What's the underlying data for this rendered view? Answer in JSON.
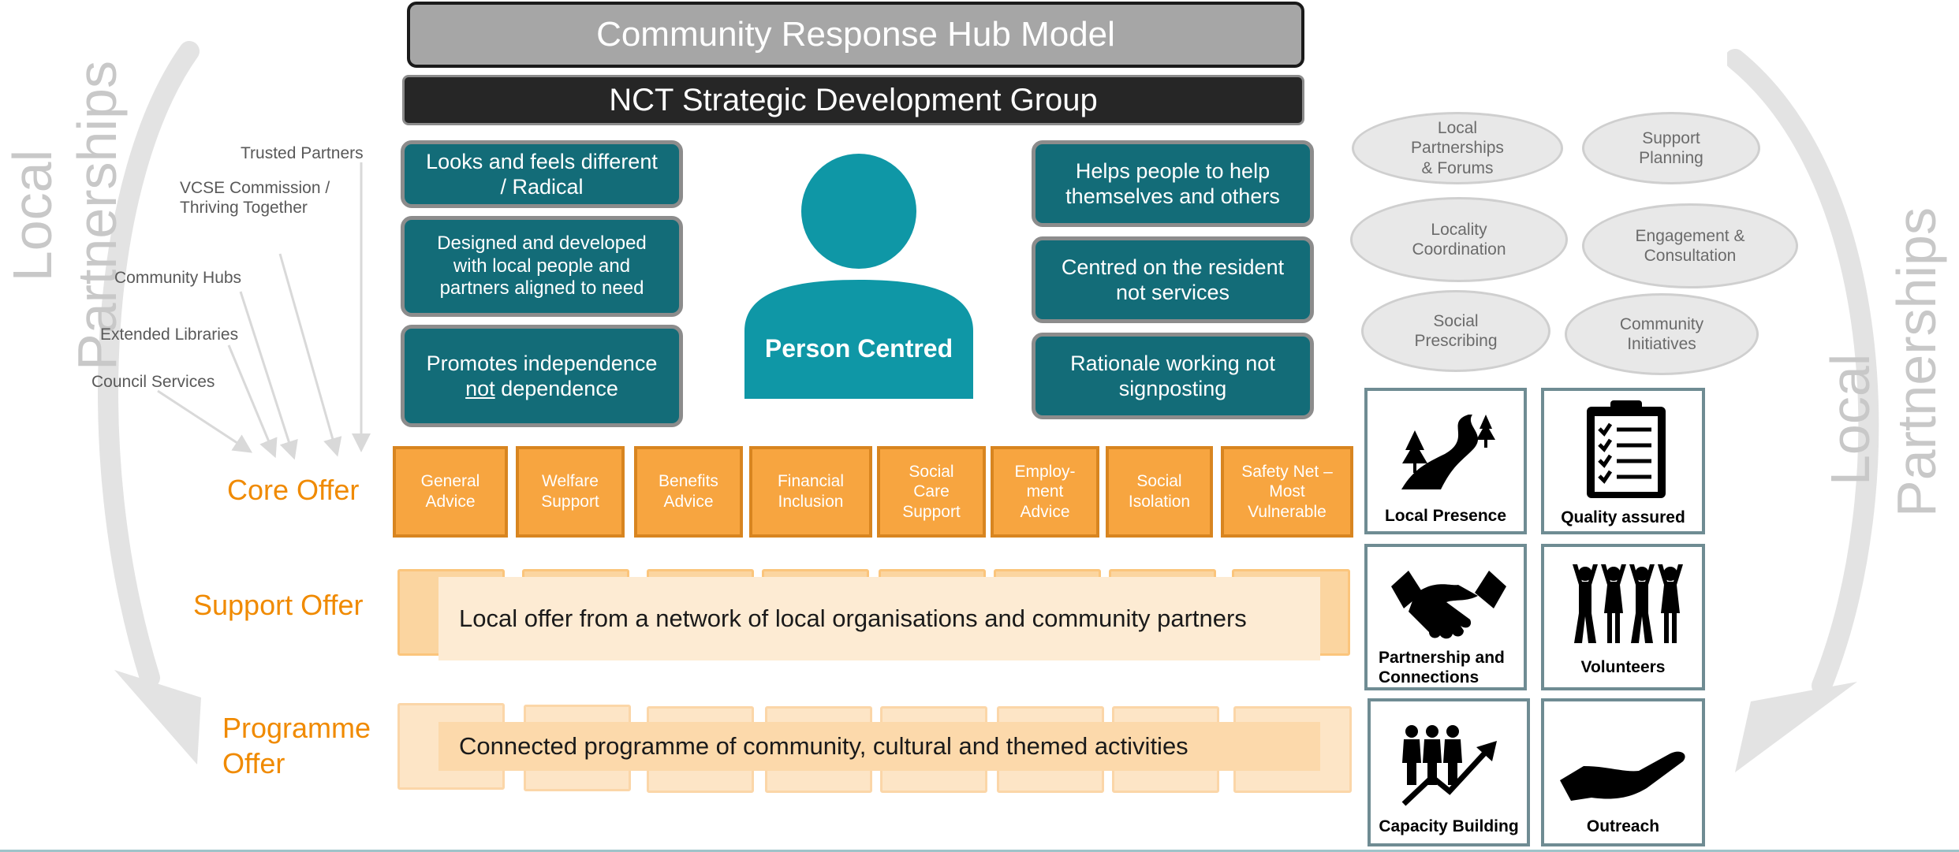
{
  "title": "Community Response Hub Model",
  "subtitle": "NCT Strategic Development Group",
  "left_principles": [
    {
      "text": "Looks and feels different / Radical"
    },
    {
      "text": "Designed and developed with local people and partners aligned to need"
    },
    {
      "pre": "Promotes independence ",
      "underline": "not",
      "post": " dependence"
    }
  ],
  "right_principles": [
    {
      "text": "Helps people to help themselves and others"
    },
    {
      "text": "Centred on the resident not services"
    },
    {
      "text": "Rationale working not signposting"
    }
  ],
  "person_label": "Person Centred",
  "partners": [
    "Trusted Partners",
    "VCSE Commission / Thriving Together",
    "Community Hubs",
    "Extended Libraries",
    "Council Services"
  ],
  "side_label": {
    "line1": "Local",
    "line2": "Partnerships"
  },
  "row_labels": {
    "core": "Core Offer",
    "support": "Support Offer",
    "programme_line1": "Programme",
    "programme_line2": "Offer"
  },
  "core_offer": [
    "General Advice",
    "Welfare Support",
    "Benefits Advice",
    "Financial Inclusion",
    "Social Care Support",
    "Employ-ment Advice",
    "Social Isolation",
    "Safety Net – Most Vulnerable"
  ],
  "support_text": "Local offer from a network of local organisations and community partners",
  "programme_text": "Connected programme of  community, cultural and themed activities",
  "ellipses": [
    "Local Partnerships & Forums",
    "Support Planning",
    "Locality Coordination",
    "Engagement & Consultation",
    "Social Prescribing",
    "Community Initiatives"
  ],
  "tiles": [
    {
      "label": "Local Presence",
      "icon": "road-trees-icon"
    },
    {
      "label": "Quality assured",
      "icon": "checklist-clipboard-icon"
    },
    {
      "label": "Partnership and Connections",
      "icon": "handshake-icon"
    },
    {
      "label": "Volunteers",
      "icon": "volunteers-icon"
    },
    {
      "label": "Capacity Building",
      "icon": "growth-people-icon"
    },
    {
      "label": "Outreach",
      "icon": "open-hand-icon"
    }
  ],
  "colors": {
    "teal": "#136c78",
    "person": "#0f97a6",
    "orange": "#f7a540",
    "orange_text": "#f08a00",
    "grey": "#a6a6a6",
    "dark": "#262626"
  }
}
